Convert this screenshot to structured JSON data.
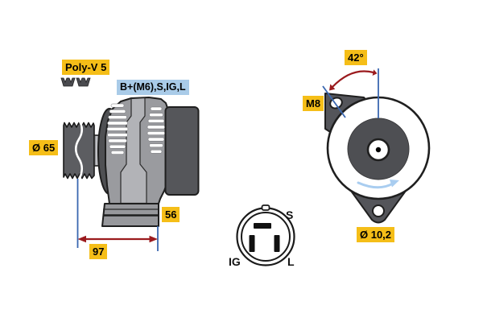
{
  "title": "Alternator technical drawing",
  "side_view": {
    "belt_type_label": "Poly-V 5",
    "terminal_designation_label": "B+(M6),S,IG,L",
    "pulley_diameter_label": "Ø 65",
    "mount_depth_label": "56",
    "overall_length_label": "97"
  },
  "rear_view": {
    "mount_angle_label": "42°",
    "thread_size_label": "M8",
    "mount_hole_diameter_label": "Ø 10,2"
  },
  "connector": {
    "pin_top_right_label": "S",
    "pin_bottom_left_label": "IG",
    "pin_bottom_right_label": "L"
  },
  "icons": [
    "belt-profile-icon",
    "rotation-direction-arrow-icon",
    "dimension-arrow-icon",
    "angle-arc-arrow-icon"
  ],
  "colors": {
    "label_yellow": "#F5BE18",
    "label_blue": "#A9CBE8",
    "dimension_red": "#9B1B1E",
    "dimension_blue": "#3A67B0",
    "rotation_arrow_blue": "#A9CDF0",
    "body_gray": "#9A9B9F",
    "body_light_gray": "#B2B3B7",
    "dark_gray": "#54555A",
    "outline": "#1F1F1F"
  }
}
